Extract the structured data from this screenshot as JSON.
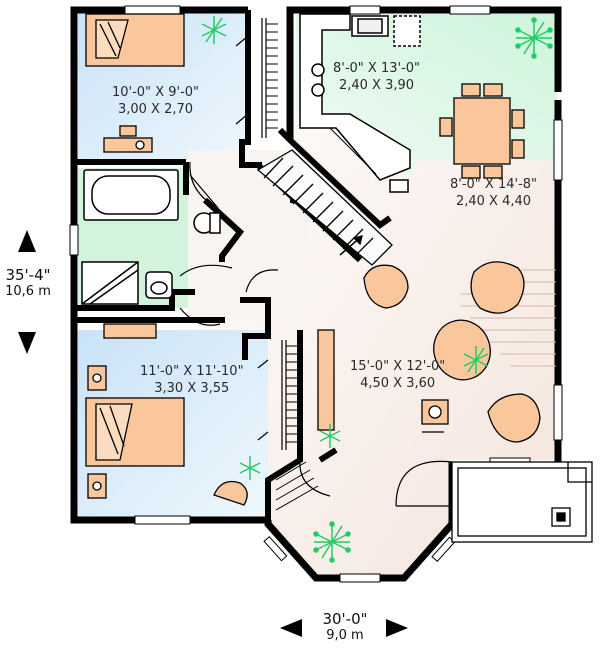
{
  "plan": {
    "rooms": [
      {
        "id": "bedroom-1",
        "imperial": "10'-0\" X 9'-0\"",
        "metric": "3,00 X 2,70"
      },
      {
        "id": "kitchen",
        "imperial": "8'-0\" X 13'-0\"",
        "metric": "2,40 X 3,90"
      },
      {
        "id": "dining",
        "imperial": "8'-0\" X 14'-8\"",
        "metric": "2,40 X 4,40"
      },
      {
        "id": "bedroom-2",
        "imperial": "11'-0\" X 11'-10\"",
        "metric": "3,30 X 3,55"
      },
      {
        "id": "living",
        "imperial": "15'-0\" X 12'-0\"",
        "metric": "4,50 X 3,60"
      }
    ],
    "overall_depth": {
      "imperial": "35'-4\"",
      "metric": "10,6 m"
    },
    "overall_width": {
      "imperial": "30'-0\"",
      "metric": "9,0 m"
    },
    "colors": {
      "wall": "#000000",
      "bedroom_fill": "#d8ecfa",
      "bath_fill": "#d3f3dc",
      "kitchen_fill": "#dcf7e4",
      "living_fill": "#f7ece6",
      "furniture": "#f9c79b",
      "plant": "#22cc66"
    }
  }
}
